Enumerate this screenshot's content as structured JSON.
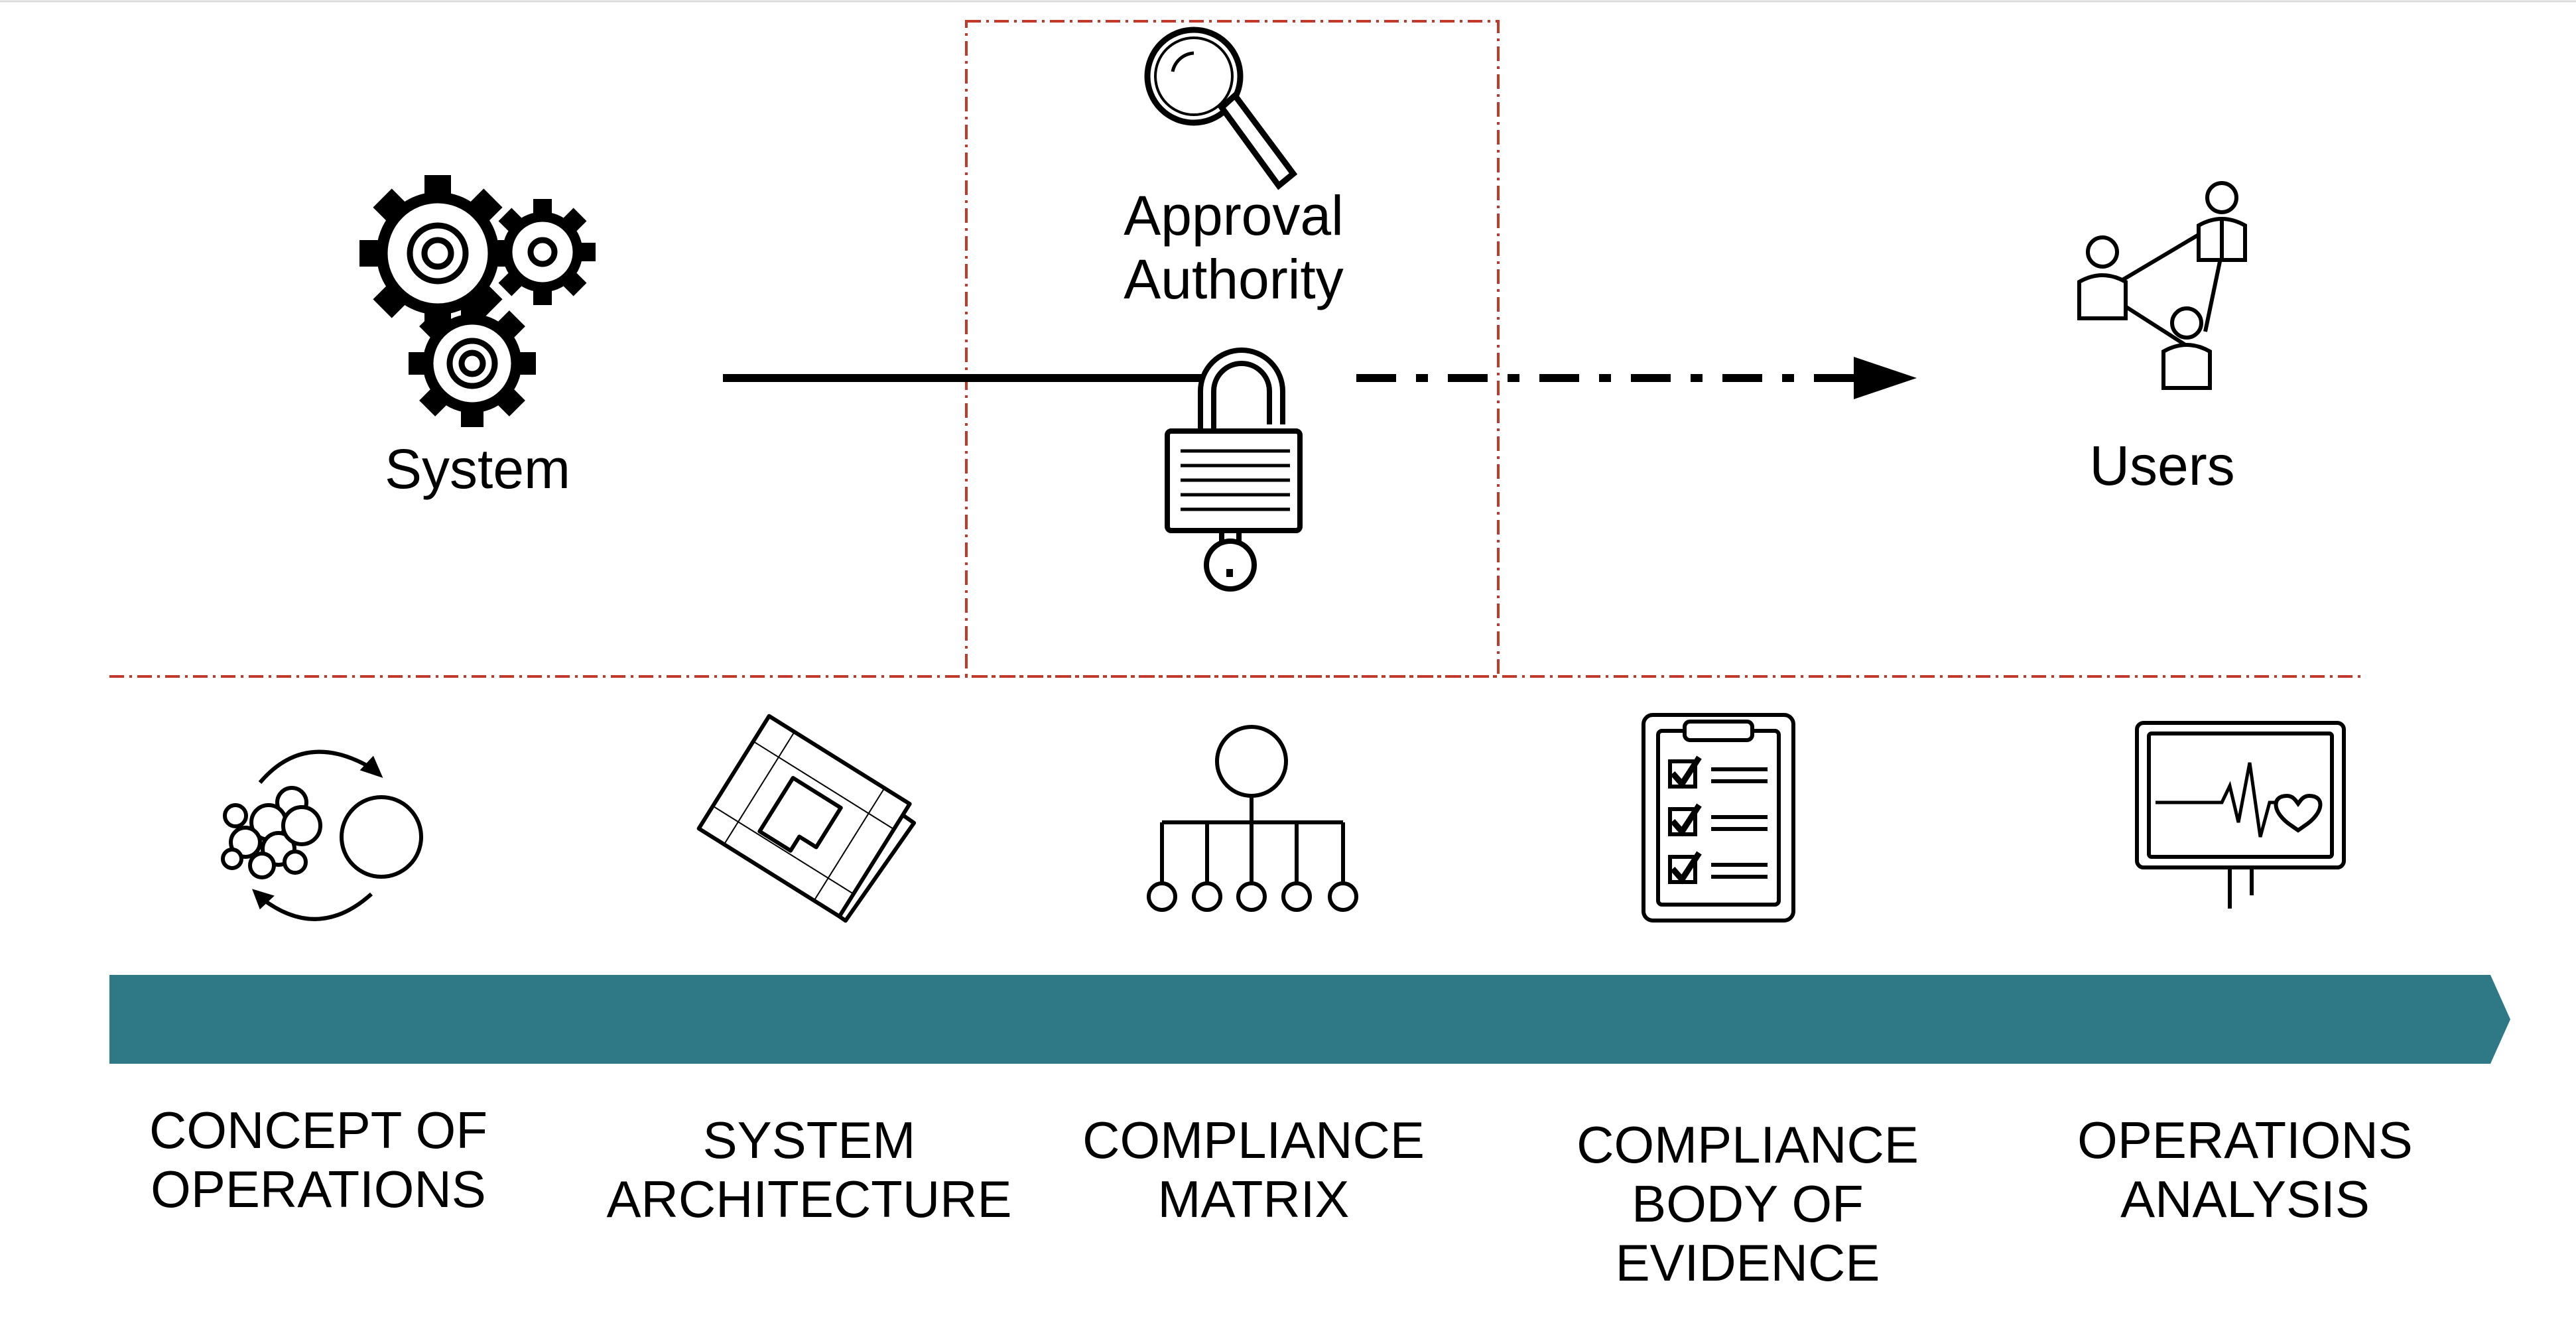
{
  "colors": {
    "timeline": "#2f7885",
    "dash_border": "#c0392b",
    "ink": "#000000"
  },
  "top": {
    "system_label": "System",
    "authority_label_line1": "Approval",
    "authority_label_line2": "Authority",
    "users_label": "Users",
    "icons": [
      "gears-icon",
      "magnifier-icon",
      "padlock-icon",
      "users-network-icon"
    ]
  },
  "steps": [
    {
      "icon": "concept-cycle-icon",
      "line1": "CONCEPT OF",
      "line2": "OPERATIONS",
      "line3": ""
    },
    {
      "icon": "blueprint-icon",
      "line1": "SYSTEM",
      "line2": "ARCHITECTURE",
      "line3": ""
    },
    {
      "icon": "hierarchy-icon",
      "line1": "COMPLIANCE",
      "line2": "MATRIX",
      "line3": ""
    },
    {
      "icon": "checklist-clipboard-icon",
      "line1": "COMPLIANCE",
      "line2": "BODY OF",
      "line3": "EVIDENCE"
    },
    {
      "icon": "heart-monitor-icon",
      "line1": "OPERATIONS",
      "line2": "ANALYSIS",
      "line3": ""
    }
  ]
}
